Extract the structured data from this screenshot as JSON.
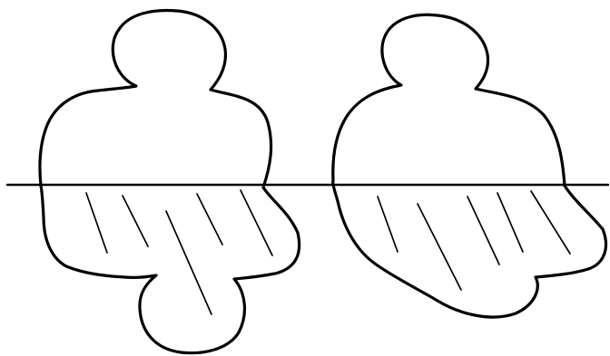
{
  "figure": {
    "panels": [
      {
        "id": "left",
        "submerged_shading": "diagonal-hatch"
      },
      {
        "id": "right",
        "submerged_shading": "diagonal-hatch"
      }
    ],
    "colors": {
      "ink": "#000000",
      "background": "#ffffff"
    }
  }
}
